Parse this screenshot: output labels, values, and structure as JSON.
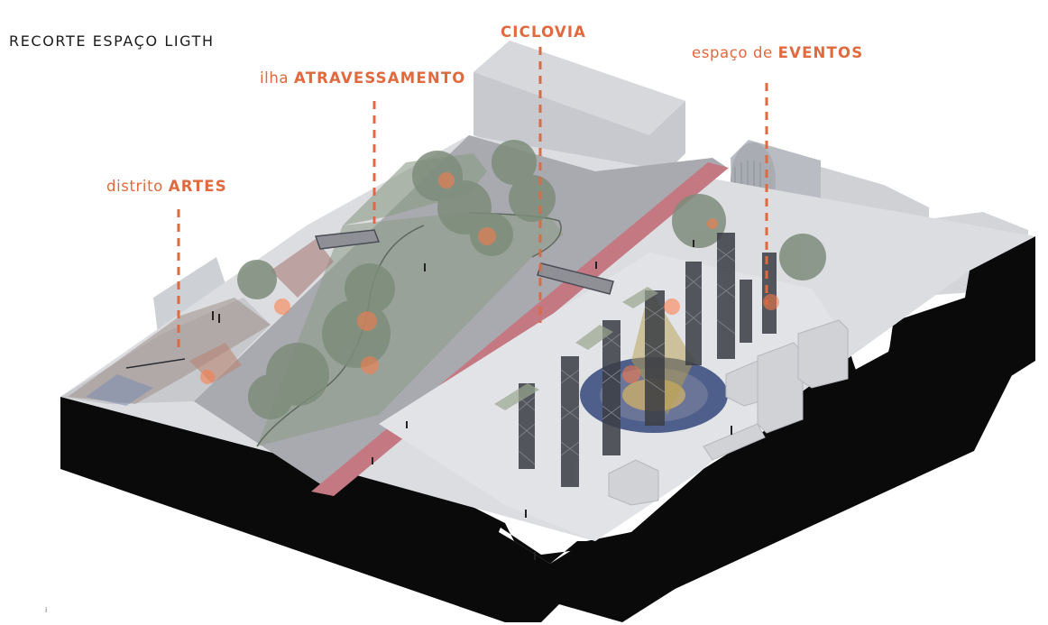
{
  "title": "RECORTE ESPAÇO LIGTH",
  "labels": {
    "artes": {
      "prefix": "distrito",
      "bold": "ARTES"
    },
    "ilha": {
      "prefix": "ilha",
      "bold": "ATRAVESSAMENTO"
    },
    "ciclovia": {
      "prefix": "",
      "bold": "CICLOVIA"
    },
    "eventos": {
      "prefix": "espaço de",
      "bold": "EVENTOS"
    }
  },
  "colors": {
    "accent": "#e0693e",
    "section_black": "#0a0a0a",
    "street": "#a9aab0",
    "plaza": "#d9dadd",
    "green": "#8a9b86",
    "bike_lane": "#c47882",
    "buildings": "#c9cbd0",
    "tower": "#4a4d55"
  },
  "footnote": "i"
}
